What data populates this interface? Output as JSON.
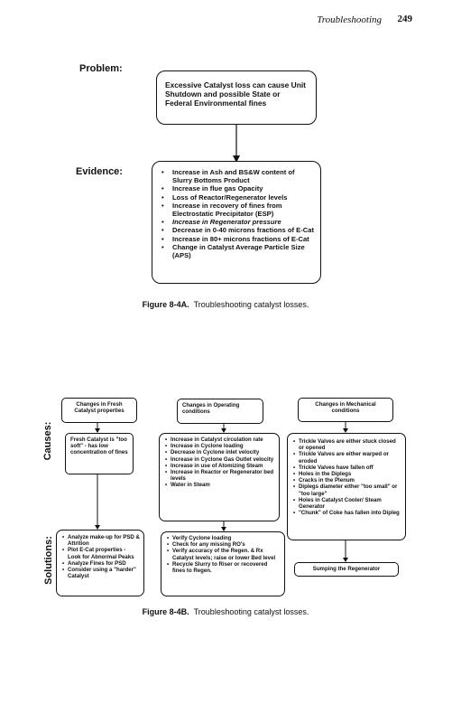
{
  "header": {
    "title": "Troubleshooting",
    "page_number": "249"
  },
  "figure_a": {
    "problem_label": "Problem:",
    "problem_text": "Excessive Catalyst loss can cause Unit Shutdown and possible State or Federal Environmental fines",
    "evidence_label": "Evidence:",
    "evidence_items": [
      "Increase in Ash and BS&W content of Slurry Bottoms Product",
      "Increase in flue gas Opacity",
      "Loss of Reactor/Regenerator levels",
      "Increase in recovery of fines from Electrostatic Precipitator (ESP)",
      "Increase in Regenerator pressure",
      "Decrease in 0-40 microns fractions of E-Cat",
      "Increase in 80+ microns fractions of E-Cat",
      "Change in Catalyst Average Particle Size (APS)"
    ],
    "caption_label": "Figure 8-4A.",
    "caption_text": "Troubleshooting catalyst losses."
  },
  "figure_b": {
    "causes_label": "Causes:",
    "solutions_label": "Solutions:",
    "col1": {
      "header": "Changes in Fresh Catalyst properties",
      "cause": "Fresh Catalyst is \"too soft\" - has low concentration of fines",
      "solutions": [
        "Analyze make-up for PSD & Attrition",
        "Plot E-Cat properties - Look for Abnormal Peaks",
        "Analyze Fines for PSD",
        "Consider using a \"harder\" Catalyst"
      ]
    },
    "col2": {
      "header": "Changes in Operating conditions",
      "causes": [
        "Increase in Catalyst circulation rate",
        "Increase in Cyclone loading",
        "Decrease in Cyclone inlet velocity",
        "Increase in Cyclone Gas Outlet velocity",
        "Increase in use of Atomizing Steam",
        "Increase in Reactor or Regenerator bed levels",
        "Water in Steam"
      ],
      "solutions": [
        "Verify Cyclone loading",
        "Check for any missing RO's",
        "Verify accuracy of the Regen. & Rx Catalyst levels; raise or lower Bed level",
        "Recycle Slurry to Riser or recovered fines to Regen."
      ]
    },
    "col3": {
      "header": "Changes in Mechanical conditions",
      "causes": [
        "Trickle Valves are either stuck closed or opened",
        "Trickle Valves are either warped or eroded",
        "Trickle Valves have fallen off",
        "Holes in the Diplegs",
        "Cracks in the Plenum",
        "Diplegs diameter either \"too small\" or \"too large\"",
        "Holes in Catalyst Cooler/ Steam Generator",
        "\"Chunk\" of Coke has fallen into Dipleg"
      ],
      "solution": "Sumping the Regenerator"
    },
    "caption_label": "Figure 8-4B.",
    "caption_text": "Troubleshooting catalyst losses."
  }
}
